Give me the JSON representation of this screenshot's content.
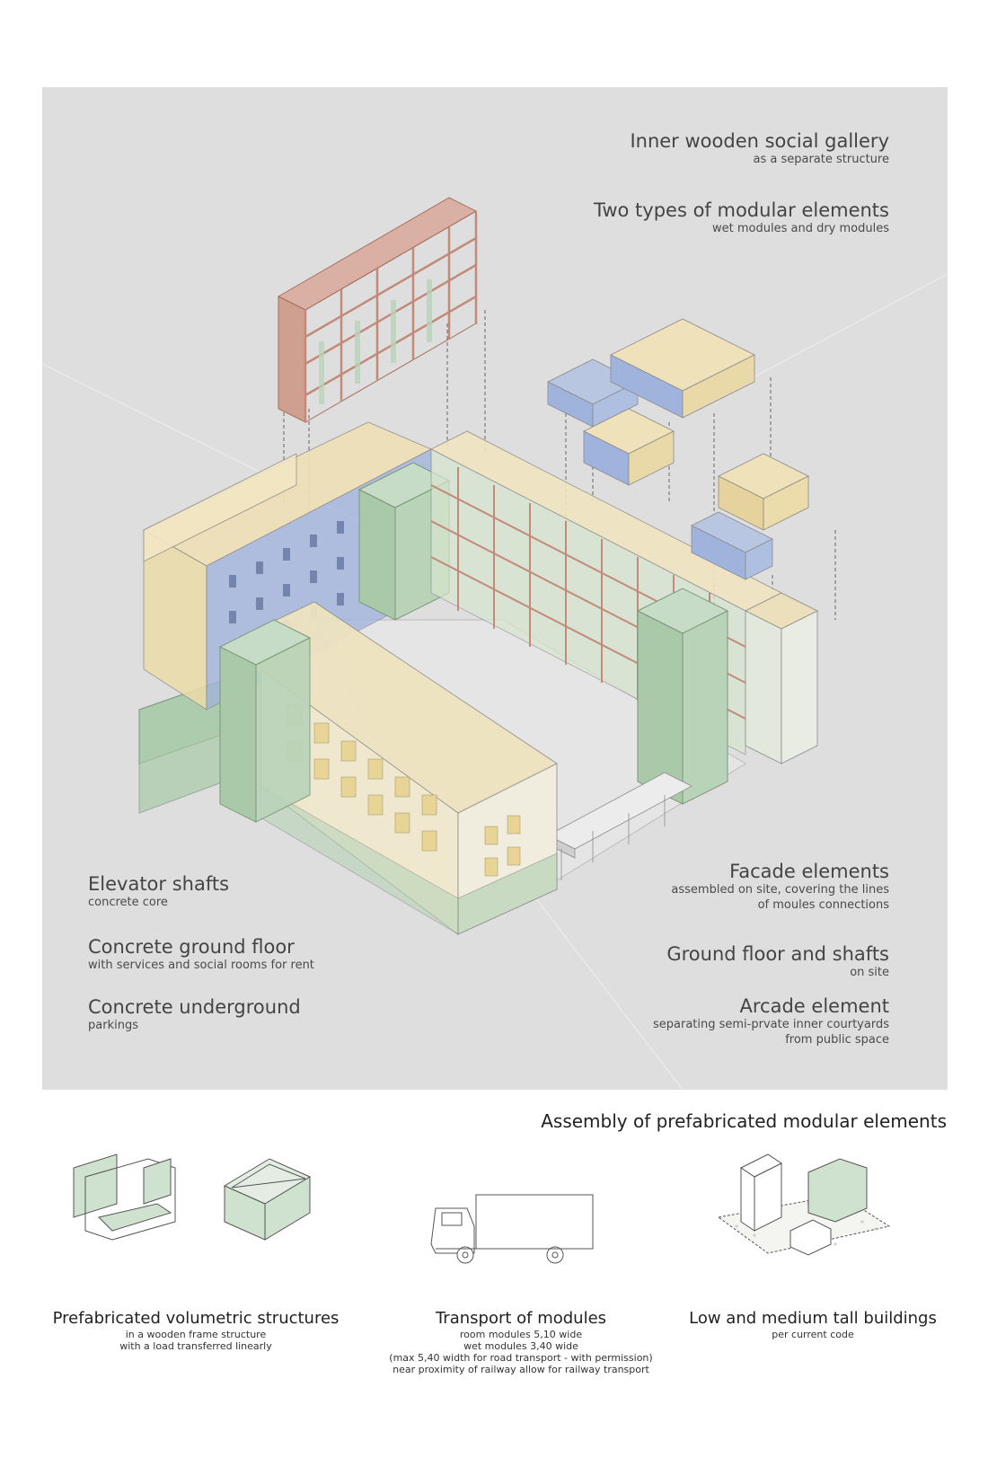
{
  "labels": {
    "gallery": {
      "title": "Inner wooden social gallery",
      "sub": "as a separate structure"
    },
    "modular": {
      "title": "Two types of modular elements",
      "sub": "wet modules and dry modules"
    },
    "elevator": {
      "title": "Elevator shafts",
      "sub": "concrete core"
    },
    "ground_floor": {
      "title": "Concrete ground floor",
      "sub": "with services and social rooms for rent"
    },
    "underground": {
      "title": "Concrete underground",
      "sub": "parkings"
    },
    "facade": {
      "title": "Facade elements",
      "sub1": "assembled on site, covering the lines",
      "sub2": "of moules connections"
    },
    "shafts": {
      "title": "Ground floor and shafts",
      "sub": "on site"
    },
    "arcade": {
      "title": "Arcade element",
      "sub1": "separating semi-prvate inner courtyards",
      "sub2": "from public space"
    }
  },
  "assembly_title": "Assembly of prefabricated modular elements",
  "captions": {
    "volumetric": {
      "title": "Prefabricated volumetric structures",
      "lines": [
        "in a wooden frame structure",
        "with a load transferred linearly"
      ]
    },
    "transport": {
      "title": "Transport of modules",
      "lines": [
        "room modules 5,10 wide",
        "wet modules 3,40 wide",
        "(max 5,40 width for road transport - with permission)",
        "near proximity of railway allow for railway transport"
      ]
    },
    "buildings": {
      "title": "Low and medium tall buildings",
      "lines": [
        "per current code"
      ]
    }
  },
  "colors": {
    "panel_bg": "#dedede",
    "wood_frame": "#c28a78",
    "dry_module": "#8fa6d6",
    "wet_module": "#e6d29c",
    "concrete_green": "#a8cba8",
    "line": "#555555"
  }
}
